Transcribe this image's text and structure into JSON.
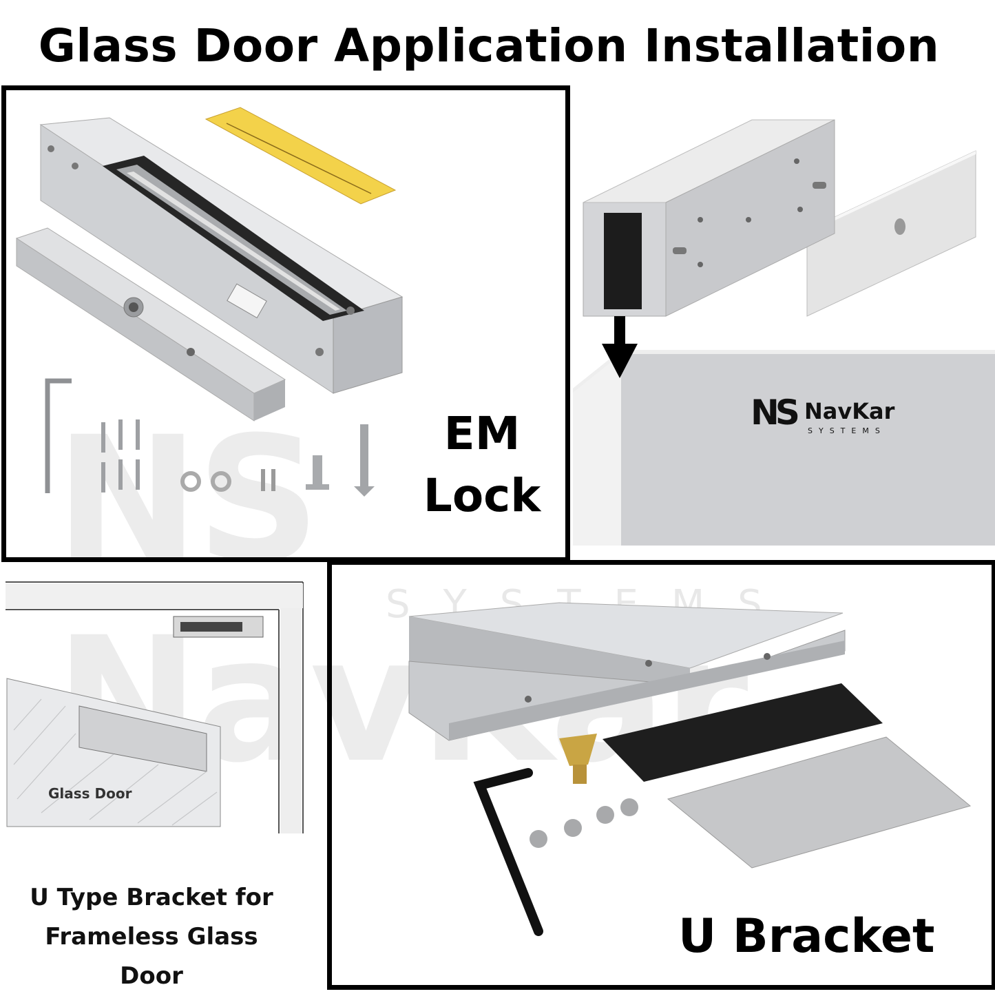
{
  "title": "Glass Door Application Installation",
  "watermark": {
    "brand": "NS NavKar",
    "sub": "SYSTEMS"
  },
  "panels": {
    "em_lock": {
      "label_line1": "EM",
      "label_line2": "Lock"
    },
    "door_mount": {
      "logo": {
        "mark": "NS",
        "name": "NavKar",
        "sub": "SYSTEMS"
      }
    },
    "u_type_diagram": {
      "glass_label": "Glass Door",
      "caption_line1": "U Type Bracket for",
      "caption_line2": "Frameless Glass",
      "caption_line3": "Door"
    },
    "u_bracket": {
      "label": "U Bracket"
    }
  },
  "colors": {
    "border": "#000000",
    "metal": "#c9ccd0",
    "magnet_black": "#222222",
    "sticker_yellow": "#f3d24a",
    "brass": "#c9a544"
  }
}
